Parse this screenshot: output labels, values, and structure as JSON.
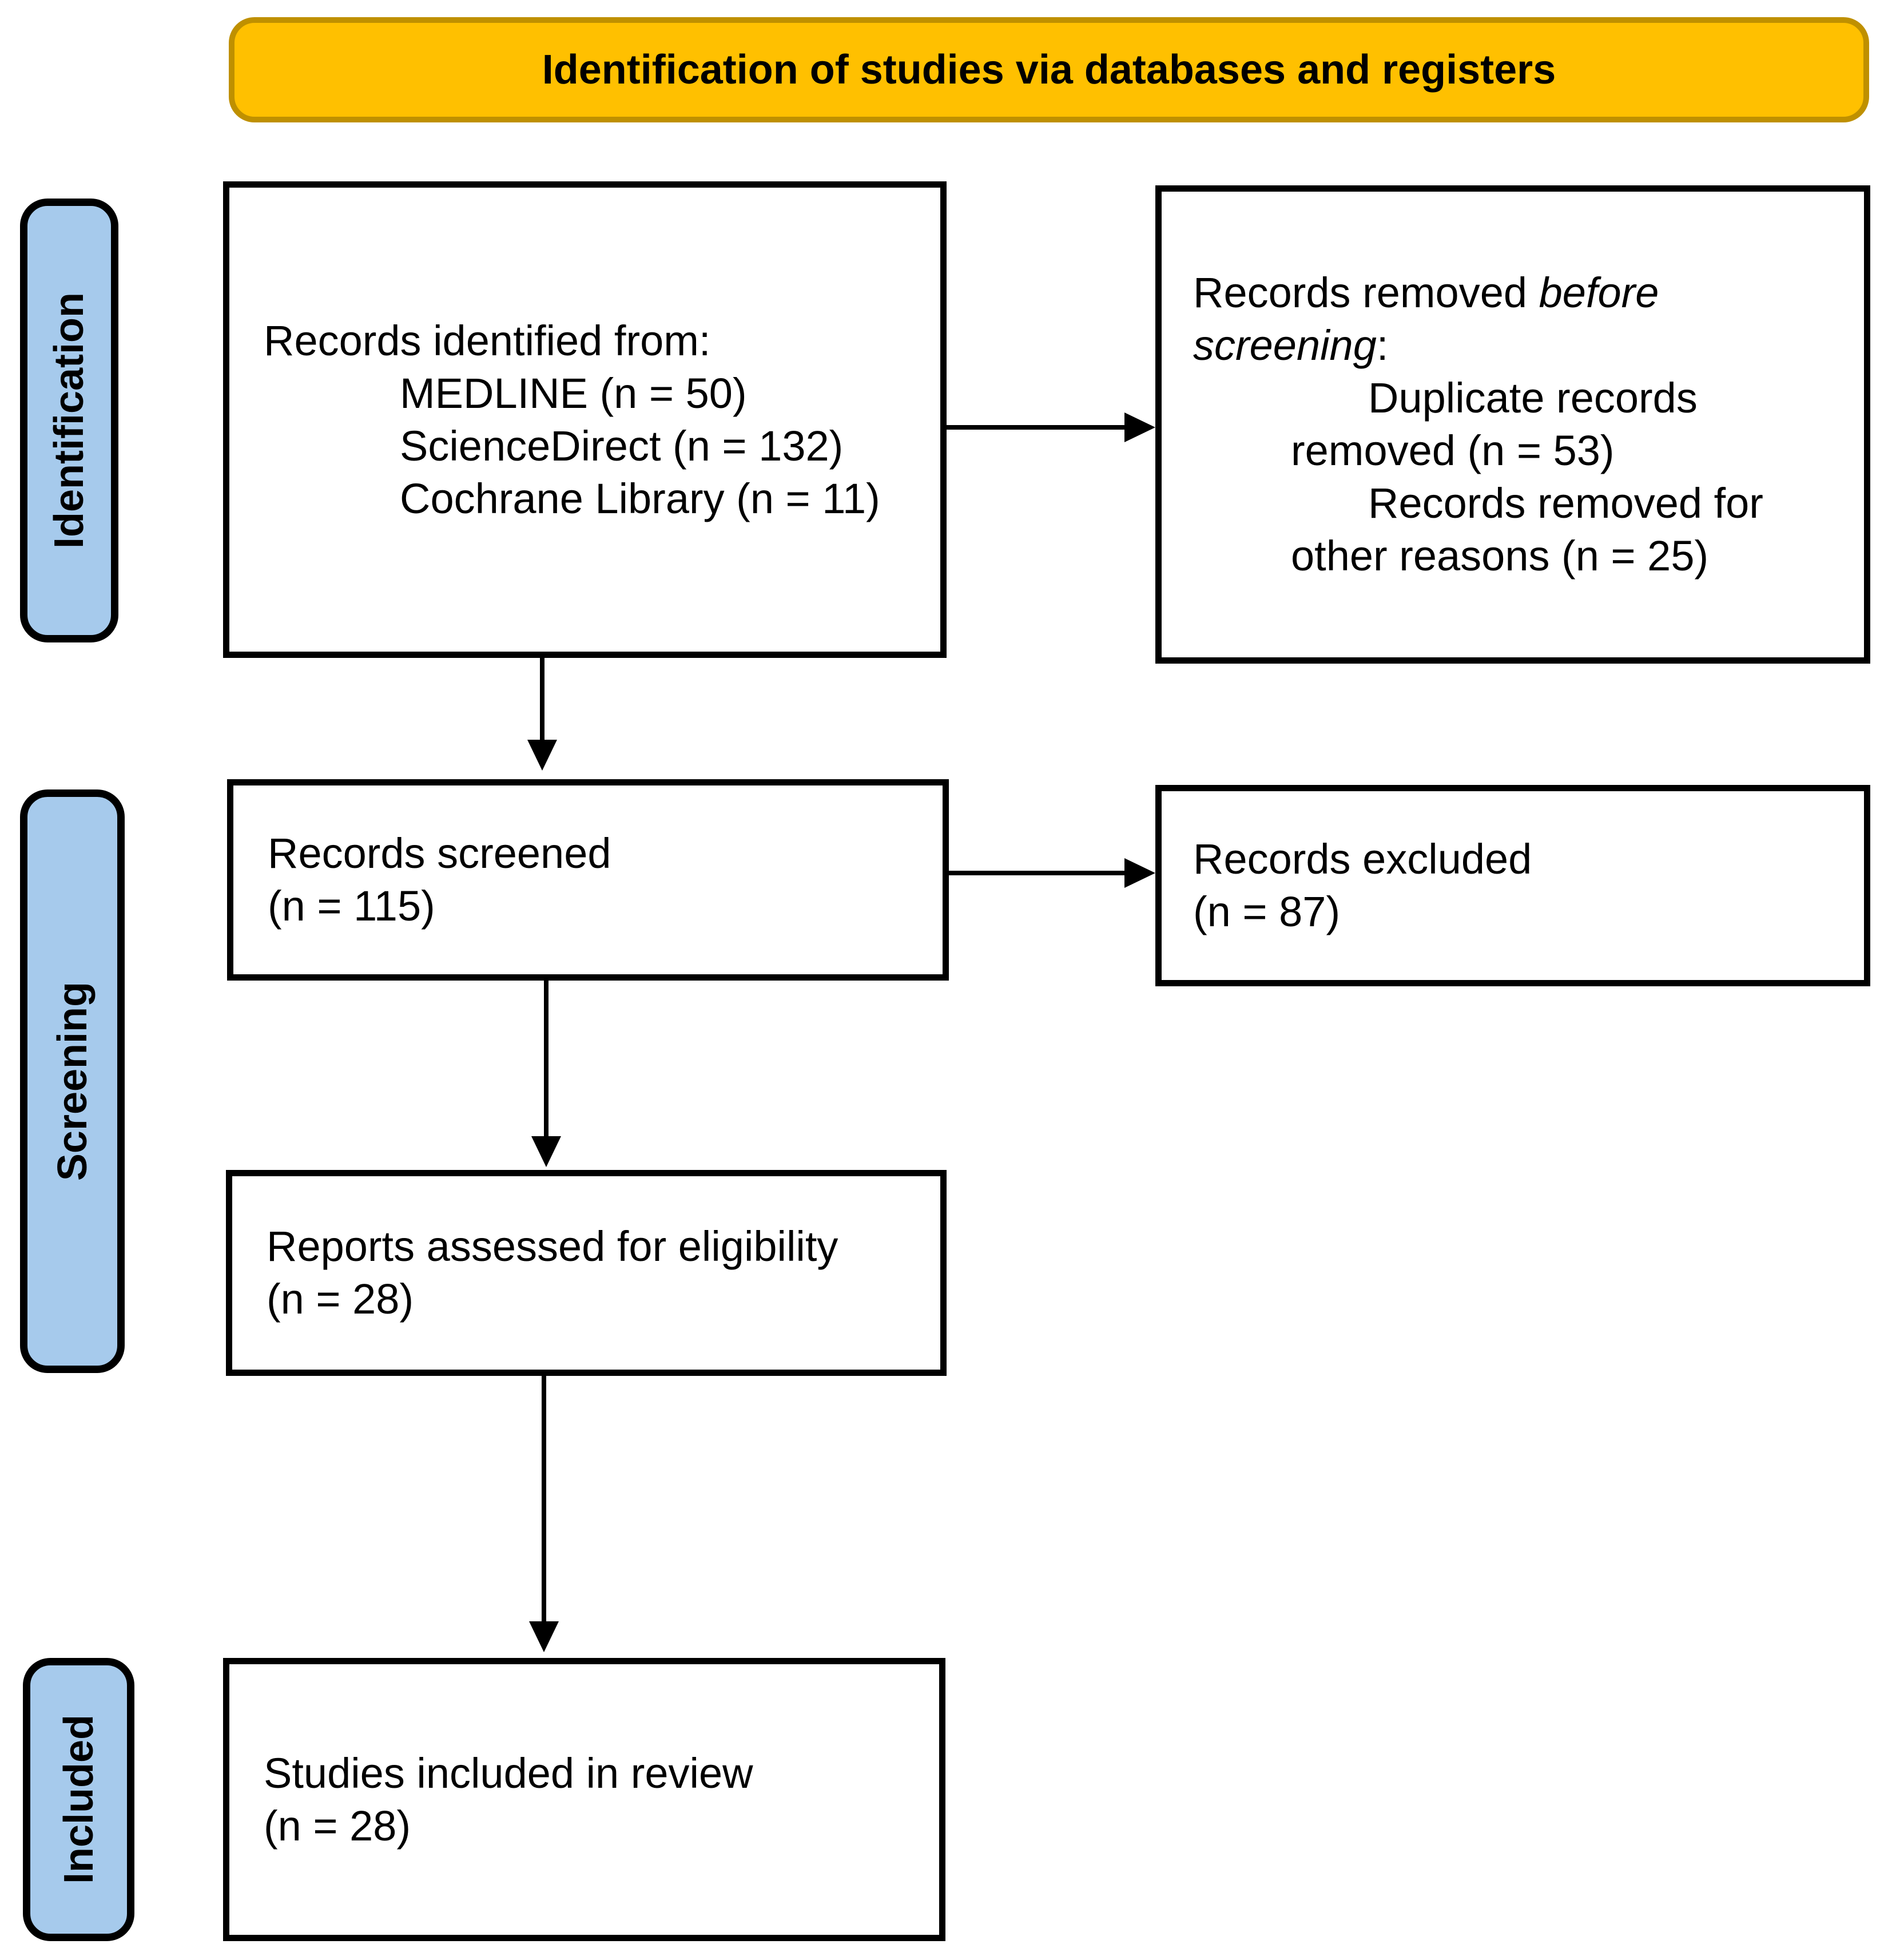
{
  "banner": {
    "title": "Identification of studies via databases and registers"
  },
  "stages": {
    "identification": "Identification",
    "screening": "Screening",
    "included": "Included"
  },
  "boxes": {
    "identified": {
      "line1": "Records identified from:",
      "line2": "MEDLINE (n = 50)",
      "line3": "ScienceDirect (n = 132)",
      "line4": "Cochrane Library (n = 11)"
    },
    "removed": {
      "line1_prefix": "Records removed ",
      "line1_italic": "before",
      "line2_italic": "screening",
      "line2_suffix": ":",
      "line3": "Duplicate records",
      "line4": "removed (n = 53)",
      "line5": "Records removed for",
      "line6": "other reasons (n = 25)"
    },
    "screened": {
      "line1": "Records screened",
      "line2": "(n = 115)"
    },
    "excluded": {
      "line1": "Records excluded",
      "line2": "(n = 87)"
    },
    "assessed": {
      "line1": "Reports assessed for eligibility",
      "line2": "(n = 28)"
    },
    "included_in_review": {
      "line1": "Studies included in review",
      "line2": "(n = 28)"
    }
  },
  "colors": {
    "banner_fill": "#FFC000",
    "banner_border": "#BF9000",
    "stage_fill": "#A6CAEC",
    "box_border": "#000000",
    "background": "#FFFFFF"
  }
}
